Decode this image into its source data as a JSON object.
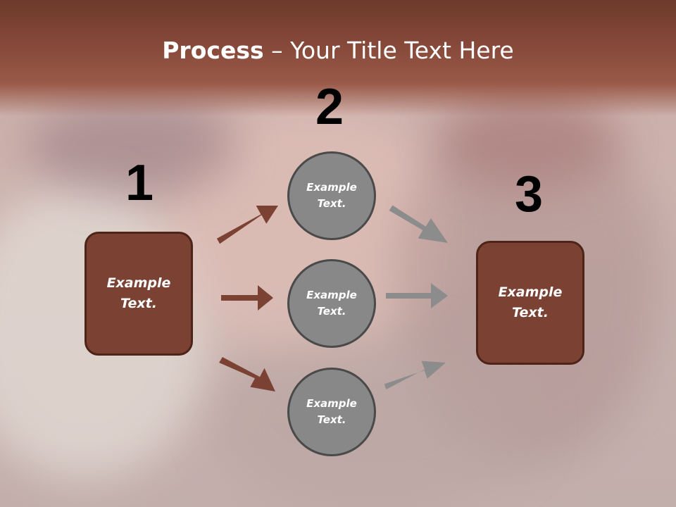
{
  "title": {
    "bold": "Process",
    "rest": " – Your Title Text Here"
  },
  "steps": {
    "step1_number": "1",
    "step2_number": "2",
    "step3_number": "3"
  },
  "boxes": {
    "left": "Example Text.",
    "right": "Example Text."
  },
  "circles": {
    "top": "Example Text.",
    "middle": "Example Text.",
    "bottom": "Example Text."
  },
  "colors": {
    "header": "#87493a",
    "box_fill": "#7b4234",
    "box_border": "#4e2419",
    "circle_fill": "#888888",
    "circle_border": "#4a4a4a",
    "arrow_brown": "#7b4234",
    "arrow_gray": "#8c8c8c"
  }
}
